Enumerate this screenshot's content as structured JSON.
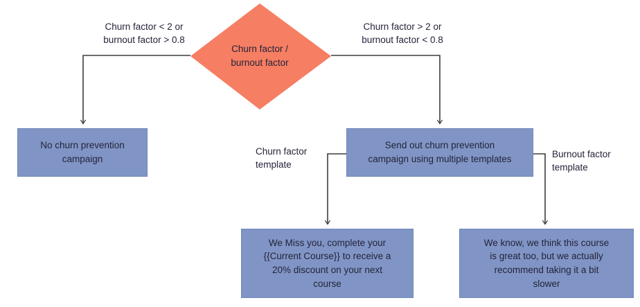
{
  "colors": {
    "diamond_fill": "#f67e62",
    "node_fill": "#8095c5",
    "node_border": "#6d86ba",
    "connector": "#3c3c3c",
    "text": "#23233a",
    "background": "#ffffff"
  },
  "diamond": {
    "label": "Churn factor /\nburnout factor"
  },
  "branch_labels": {
    "left_condition": "Churn factor < 2 or\nburnout factor > 0.8",
    "right_condition": "Churn factor > 2 or\nburnout factor < 0.8"
  },
  "edge_labels": {
    "churn_template": "Churn factor\ntemplate",
    "burnout_template": "Burnout factor\ntemplate"
  },
  "nodes": {
    "no_campaign": {
      "label": "No churn prevention\ncampaign"
    },
    "send_campaign": {
      "label": "Send out churn prevention\ncampaign using multiple templates"
    },
    "churn_template_message": {
      "label": "We Miss you, complete your\n{{Current Course}} to receive a\n20% discount on your next\ncourse"
    },
    "burnout_template_message": {
      "label": "We know, we think this course\nis great too, but we actually\nrecommend taking it a bit\nslower"
    }
  }
}
